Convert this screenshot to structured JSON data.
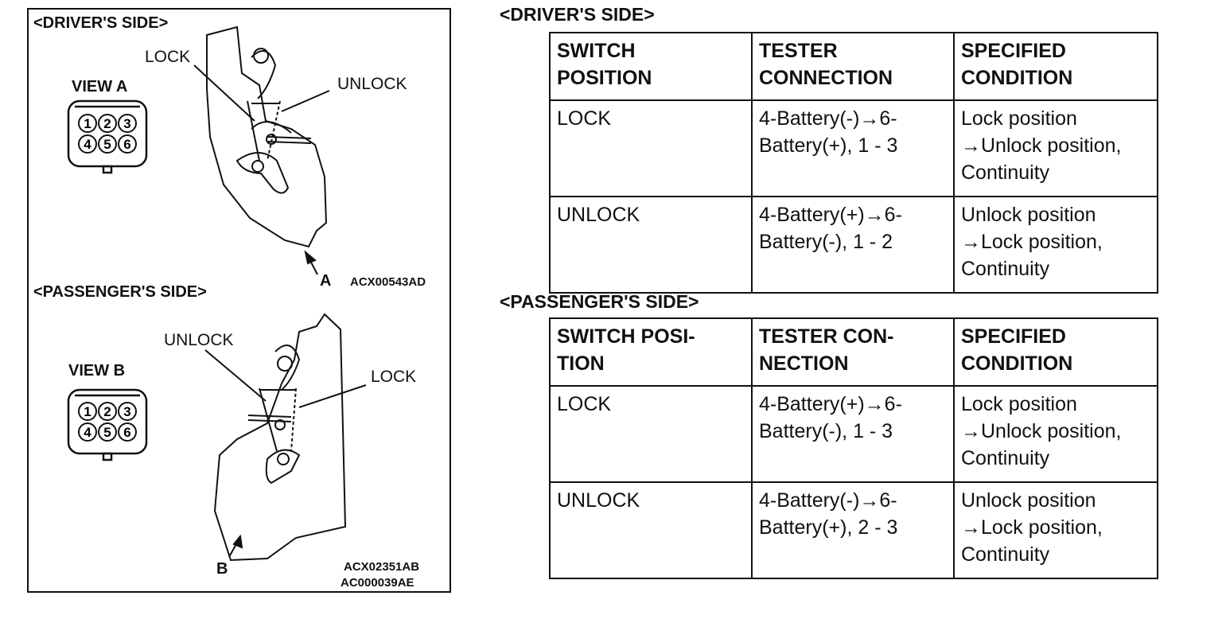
{
  "figure": {
    "driver_header": "<DRIVER'S SIDE>",
    "view_a": "VIEW A",
    "driver_lock_label": "LOCK",
    "driver_unlock_label": "UNLOCK",
    "arrow_a": "A",
    "code_a": "ACX00543AD",
    "passenger_header": "<PASSENGER'S SIDE>",
    "view_b": "VIEW B",
    "passenger_unlock_label": "UNLOCK",
    "passenger_lock_label": "LOCK",
    "arrow_b": "B",
    "code_b1": "ACX02351AB",
    "code_b2": "AC000039AE",
    "connector_pins": [
      "1",
      "2",
      "3",
      "4",
      "5",
      "6"
    ]
  },
  "driver_table": {
    "title": "<DRIVER'S SIDE>",
    "headers": [
      [
        "SWITCH",
        "POSITION"
      ],
      [
        "TESTER",
        "CONNECTION"
      ],
      [
        "SPECIFIED",
        "CONDITION"
      ]
    ],
    "rows": [
      [
        [
          "LOCK"
        ],
        [
          "4-Battery(-)→6-",
          "Battery(+), 1 - 3"
        ],
        [
          "Lock position",
          "→Unlock position,",
          "Continuity"
        ]
      ],
      [
        [
          "UNLOCK"
        ],
        [
          "4-Battery(+)→6-",
          "Battery(-), 1 - 2"
        ],
        [
          "Unlock position",
          "→Lock position,",
          "Continuity"
        ]
      ]
    ]
  },
  "passenger_table": {
    "title": "<PASSENGER'S SIDE>",
    "headers": [
      [
        "SWITCH POSI-",
        "TION"
      ],
      [
        "TESTER CON-",
        "NECTION"
      ],
      [
        "SPECIFIED",
        "CONDITION"
      ]
    ],
    "rows": [
      [
        [
          "LOCK"
        ],
        [
          "4-Battery(+)→6-",
          "Battery(-), 1 - 3"
        ],
        [
          "Lock position",
          "→Unlock position,",
          "Continuity"
        ]
      ],
      [
        [
          "UNLOCK"
        ],
        [
          "4-Battery(-)→6-",
          "Battery(+), 2 - 3"
        ],
        [
          "Unlock position",
          "→Lock position,",
          "Continuity"
        ]
      ]
    ]
  }
}
